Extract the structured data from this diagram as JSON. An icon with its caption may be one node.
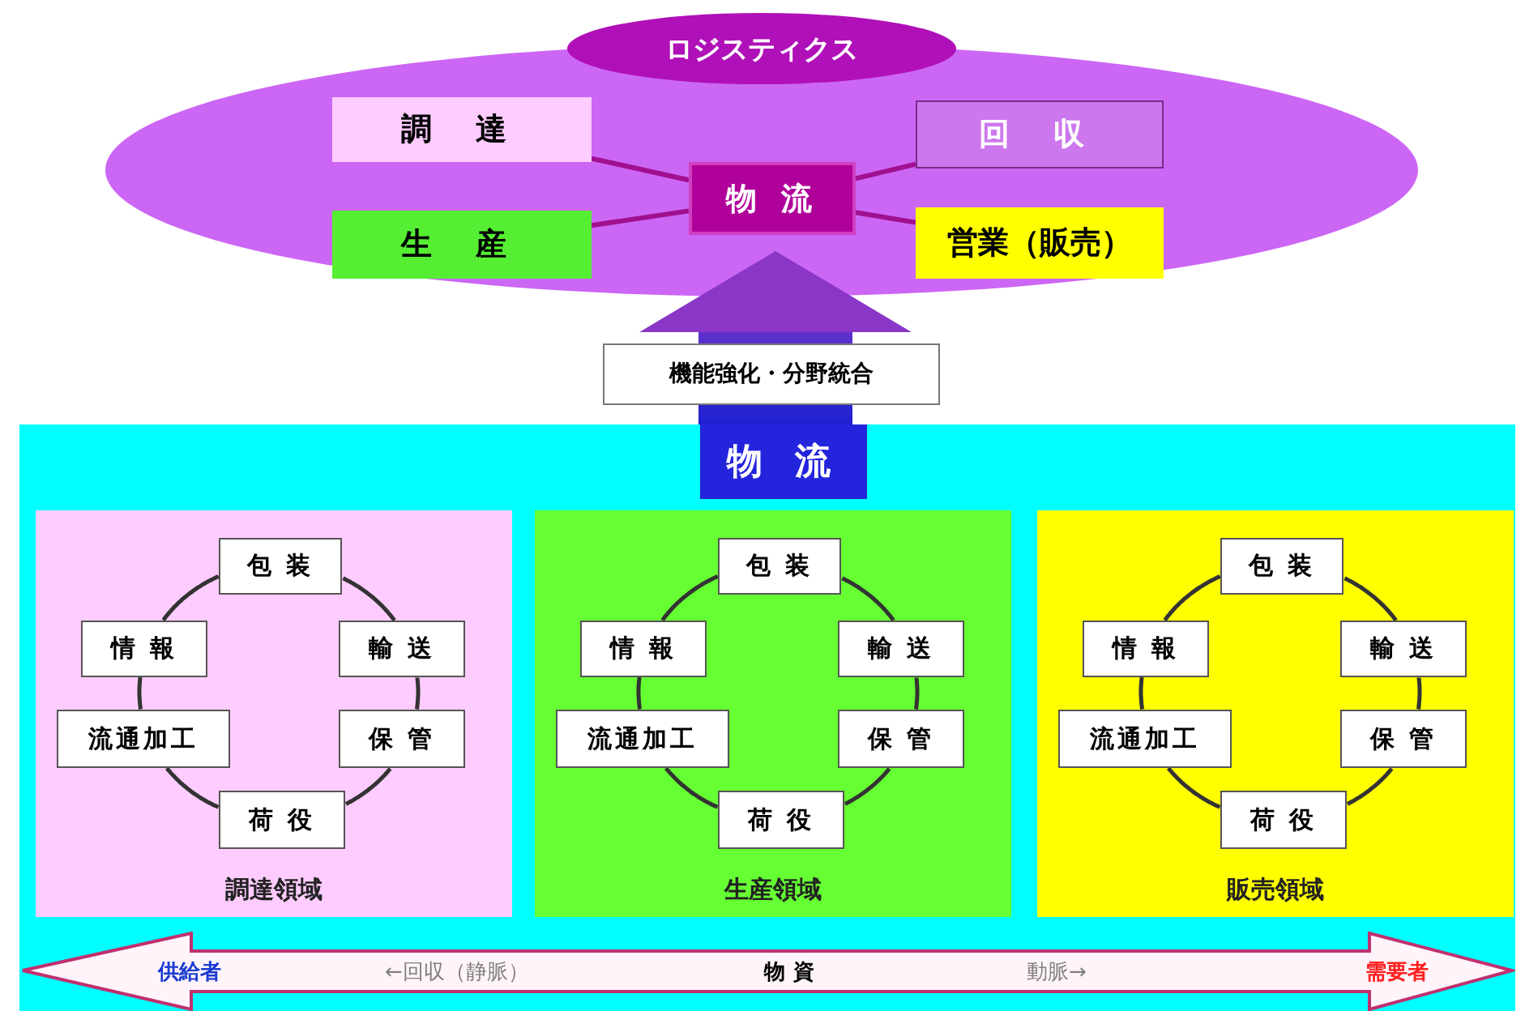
{
  "diagram": {
    "nodes": [
      {
        "text": [
          "ロジスティクス"
        ]
      },
      {
        "text": [
          "調 達"
        ],
        "in": 0
      },
      {
        "text": [
          "回 収"
        ],
        "in": 0
      },
      {
        "text": [
          "物 流"
        ],
        "in": 0
      },
      {
        "text": [
          "生 産"
        ],
        "in": 0
      },
      {
        "text": [
          "営業（販売）"
        ],
        "in": 0
      },
      {
        "text": [
          "物 流"
        ]
      },
      {
        "text": [
          "調達領域"
        ],
        "in": 6
      },
      {
        "text": [
          "包 装"
        ],
        "in": 7
      },
      {
        "text": [
          "情 報"
        ],
        "in": 7
      },
      {
        "text": [
          "輸 送"
        ],
        "in": 7
      },
      {
        "text": [
          "流通加工"
        ],
        "in": 7
      },
      {
        "text": [
          "保 管"
        ],
        "in": 7
      },
      {
        "text": [
          "荷 役"
        ],
        "in": 7
      },
      {
        "text": [
          "生産領域"
        ],
        "in": 6
      },
      {
        "text": [
          "包 装"
        ],
        "in": 14
      },
      {
        "text": [
          "情 報"
        ],
        "in": 14
      },
      {
        "text": [
          "輸 送"
        ],
        "in": 14
      },
      {
        "text": [
          "流通加工"
        ],
        "in": 14
      },
      {
        "text": [
          "保 管"
        ],
        "in": 14
      },
      {
        "text": [
          "荷 役"
        ],
        "in": 14
      },
      {
        "text": [
          "販売領域"
        ],
        "in": 6
      },
      {
        "text": [
          "包 装"
        ],
        "in": 21
      },
      {
        "text": [
          "情 報"
        ],
        "in": 21
      },
      {
        "text": [
          "輸 送"
        ],
        "in": 21
      },
      {
        "text": [
          "流通加工"
        ],
        "in": 21
      },
      {
        "text": [
          "保 管"
        ],
        "in": 21
      },
      {
        "text": [
          "荷 役"
        ],
        "in": 21
      },
      {
        "text": [
          "供給者",
          "←回収（静脈）",
          "物 資",
          "動脈→",
          "需要者"
        ],
        "in": 6
      }
    ],
    "edges": [
      {
        "from": 3,
        "to": 1,
        "arrow": "none",
        "color": "#a0108f"
      },
      {
        "from": 3,
        "to": 2,
        "arrow": "none",
        "color": "#a0108f"
      },
      {
        "from": 3,
        "to": 4,
        "arrow": "none",
        "color": "#a0108f"
      },
      {
        "from": 3,
        "to": 5,
        "arrow": "none",
        "color": "#a0108f"
      },
      {
        "from": 6,
        "to": 0,
        "arrow": "to",
        "label": "機能強化・分野統合",
        "style": "thick"
      },
      {
        "from": 8,
        "to": 10,
        "arrow": "none"
      },
      {
        "from": 10,
        "to": 12,
        "arrow": "none"
      },
      {
        "from": 12,
        "to": 13,
        "arrow": "none"
      },
      {
        "from": 13,
        "to": 11,
        "arrow": "none"
      },
      {
        "from": 11,
        "to": 9,
        "arrow": "none"
      },
      {
        "from": 9,
        "to": 8,
        "arrow": "none"
      },
      {
        "from": 15,
        "to": 17,
        "arrow": "none"
      },
      {
        "from": 17,
        "to": 19,
        "arrow": "none"
      },
      {
        "from": 19,
        "to": 20,
        "arrow": "none"
      },
      {
        "from": 20,
        "to": 18,
        "arrow": "none"
      },
      {
        "from": 18,
        "to": 16,
        "arrow": "none"
      },
      {
        "from": 16,
        "to": 15,
        "arrow": "none"
      },
      {
        "from": 22,
        "to": 24,
        "arrow": "none"
      },
      {
        "from": 24,
        "to": 26,
        "arrow": "none"
      },
      {
        "from": 26,
        "to": 27,
        "arrow": "none"
      },
      {
        "from": 27,
        "to": 25,
        "arrow": "none"
      },
      {
        "from": 25,
        "to": 23,
        "arrow": "none"
      },
      {
        "from": 23,
        "to": 22,
        "arrow": "none"
      }
    ]
  }
}
